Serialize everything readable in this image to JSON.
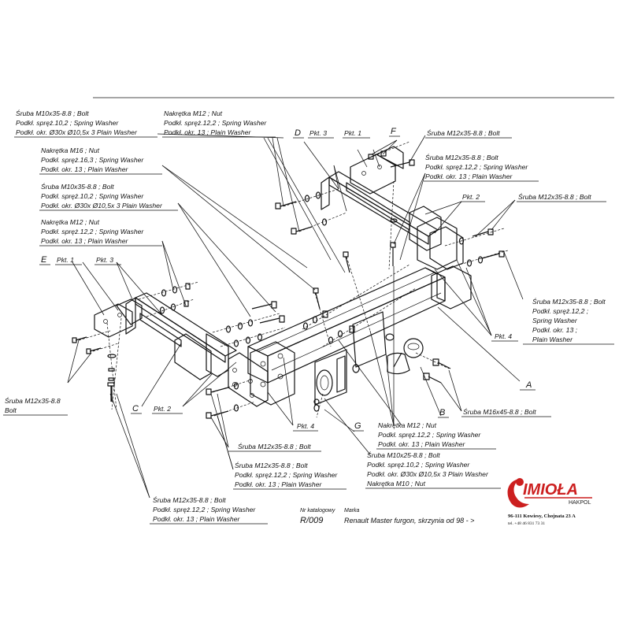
{
  "labels": {
    "l1": [
      "Śruba M10x35-8.8 ;  Bolt",
      "Podkł. spręż.10,2 ; Spring Washer",
      "Podkł. okr. Ø30x Ø10,5x 3  Plain Washer"
    ],
    "l2": [
      "Nakrętka  M12 ; Nut",
      "Podkł. spręż.12,2 ; Spring Washer",
      "Podkł. okr. 13 ; Plain Washer"
    ],
    "l3": [
      "Nakrętka  M16 ; Nut",
      "Podkł. spręż.16,3 ; Spring Washer",
      "Podkł. okr. 13 ; Plain Washer"
    ],
    "l4": [
      "Śruba M10x35-8.8 ;  Bolt",
      "Podkł. spręż.10,2 ; Spring Washer",
      "Podkł. okr. Ø30x Ø10,5x 3  Plain Washer"
    ],
    "l5": [
      "Nakrętka  M12 ; Nut",
      "Podkł. spręż.12,2 ; Spring Washer",
      "Podkł. okr. 13 ; Plain Washer"
    ],
    "l6": [
      "Śruba M12x35-8.8 ; Bolt"
    ],
    "l7": [
      "Śruba M12x35-8.8 ;  Bolt",
      "Podkł. spręż.12,2 ; Spring Washer",
      "Podkł. okr. 13 ; Plain Washer"
    ],
    "l8": [
      "Śruba M12x35-8.8 ;  Bolt"
    ],
    "l9": [
      "Śruba M12x35-8.8 ;  Bolt",
      "Podkł. spręż.12,2 ;",
      "Spring Washer",
      "Podkł. okr. 13 ;",
      "Plain Washer"
    ],
    "l10": [
      "Śruba M12x35-8.8",
      "Bolt"
    ],
    "l11": [
      "Śruba M16x45-8.8 ;  Bolt"
    ],
    "l12": [
      "Nakrętka  M12 ; Nut",
      "Podkł. spręż.12,2 ; Spring Washer",
      "Podkł. okr. 13 ; Plain Washer"
    ],
    "l13": [
      "Śruba M12x35-8.8 ;  Bolt"
    ],
    "l14": [
      "Śruba M12x35-8.8 ;  Bolt",
      "Podkł. spręż.12,2 ; Spring Washer",
      "Podkł. okr. 13 ; Plain Washer"
    ],
    "l15": [
      "Śruba M10x25-8.8 ;  Bolt",
      "Podkł. spręż.10,2 ; Spring Washer",
      "Podkł. okr. Ø30x Ø10,5x 3  Plain Washer",
      "Nakrętka  M10 ; Nut"
    ],
    "l16": [
      "Śruba M12x35-8.8 ;  Bolt",
      "Podkł. spręż.12,2 ; Spring Washer",
      "Podkł. okr.  13 ; Plain Washer"
    ]
  },
  "letters": {
    "D": "D",
    "F": "F",
    "E": "E",
    "C": "C",
    "A": "A",
    "B": "B",
    "G": "G"
  },
  "pkt": {
    "pkt3_top": "Pkt. 3",
    "pkt1_top": "Pkt. 1",
    "pkt2_top": "Pkt. 2",
    "pkt1_left": "Pkt. 1",
    "pkt3_left": "Pkt. 3",
    "pkt4_right": "Pkt. 4",
    "pkt2_bottom": "Pkt. 2",
    "pkt4_bottom": "Pkt. 4"
  },
  "title_block": {
    "catalog_label": "Nr katalogowy",
    "catalog_value": "R/009",
    "make_label": "Marka",
    "make_value": "Renault Master furgon, skrzynia    od  98 - >"
  },
  "brand": {
    "name": "IMIOŁA",
    "sub": "HAKPOL",
    "address": "96-111 Kowiesy, Chojnata 23 A",
    "phone": "tel. +48 46 831 73 31",
    "color": "#cc1f1f"
  }
}
